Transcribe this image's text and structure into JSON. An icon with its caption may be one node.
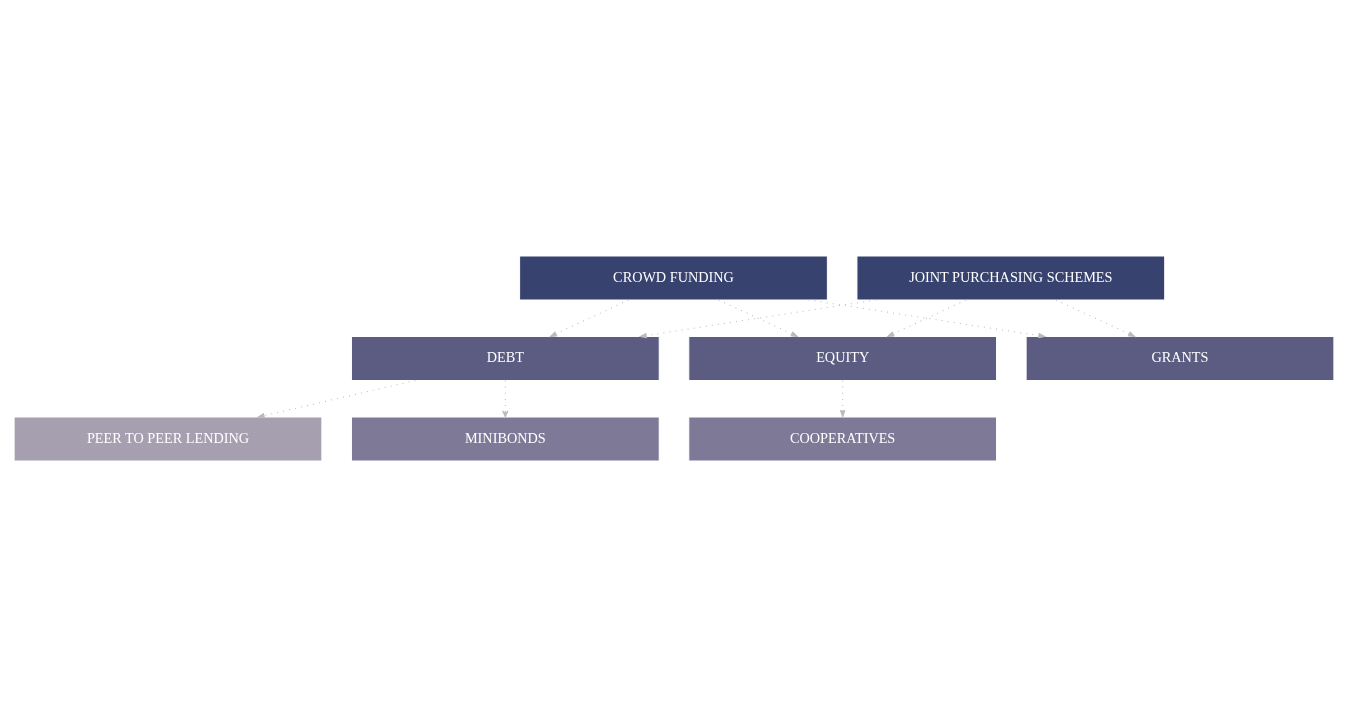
{
  "diagram": {
    "nodes": [
      {
        "text": [
          "CROWD FUNDING"
        ]
      },
      {
        "text": [
          "JOINT PURCHASING SCHEMES"
        ]
      },
      {
        "text": [
          "DEBT"
        ]
      },
      {
        "text": [
          "EQUITY"
        ]
      },
      {
        "text": [
          "GRANTS"
        ]
      },
      {
        "text": [
          "MINIBONDS"
        ]
      },
      {
        "text": [
          "COOPERATIVES"
        ]
      },
      {
        "text": [
          "PEER TO PEER LENDING"
        ]
      }
    ],
    "edges": [
      {
        "from": 0,
        "to": 2,
        "arrow": "to"
      },
      {
        "from": 0,
        "to": 3,
        "arrow": "to"
      },
      {
        "from": 0,
        "to": 4,
        "arrow": "to"
      },
      {
        "from": 1,
        "to": 2,
        "arrow": "to"
      },
      {
        "from": 1,
        "to": 3,
        "arrow": "to"
      },
      {
        "from": 1,
        "to": 4,
        "arrow": "to"
      },
      {
        "from": 2,
        "to": 5,
        "arrow": "to"
      },
      {
        "from": 3,
        "to": 6,
        "arrow": "to"
      },
      {
        "from": 2,
        "to": 7,
        "arrow": "to"
      }
    ]
  }
}
